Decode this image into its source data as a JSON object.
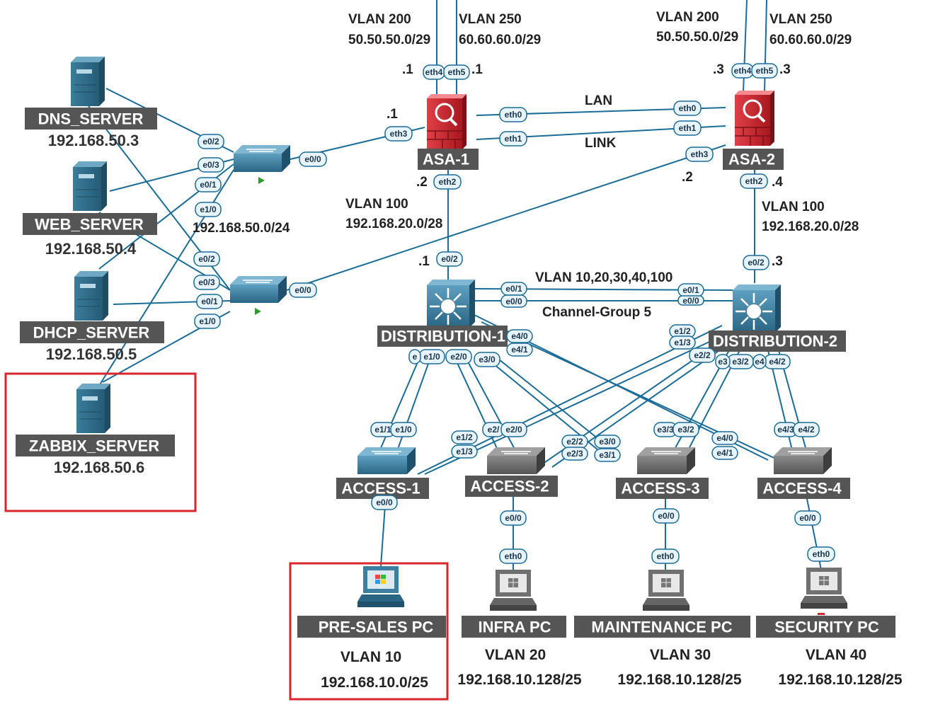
{
  "nodes": {
    "dns_server": {
      "label": "DNS_SERVER",
      "ip": "192.168.50.3"
    },
    "web_server": {
      "label": "WEB_SERVER",
      "ip": "192.168.50.4"
    },
    "dhcp_server": {
      "label": "DHCP_SERVER",
      "ip": "192.168.50.5"
    },
    "zabbix_server": {
      "label": "ZABBIX_SERVER",
      "ip": "192.168.50.6"
    },
    "asa1": {
      "label": "ASA-1"
    },
    "asa2": {
      "label": "ASA-2"
    },
    "dist1": {
      "label": "DISTRIBUTION-1"
    },
    "dist2": {
      "label": "DISTRIBUTION-2"
    },
    "access1": {
      "label": "ACCESS-1"
    },
    "access2": {
      "label": "ACCESS-2"
    },
    "access3": {
      "label": "ACCESS-3"
    },
    "access4": {
      "label": "ACCESS-4"
    },
    "presales_pc": {
      "label": "PRE-SALES PC",
      "vlan": "VLAN 10",
      "net": "192.168.10.0/25"
    },
    "infra_pc": {
      "label": "INFRA PC",
      "vlan": "VLAN 20",
      "net": "192.168.10.128/25"
    },
    "maintenance_pc": {
      "label": "MAINTENANCE PC",
      "vlan": "VLAN 30",
      "net": "192.168.10.128/25"
    },
    "security_pc": {
      "label": "SECURITY PC",
      "vlan": "VLAN 40",
      "net": "192.168.10.128/25"
    }
  },
  "texts": {
    "vlan200": "VLAN 200",
    "vlan200_net": "50.50.50.0/29",
    "vlan250": "VLAN 250",
    "vlan250_net": "60.60.60.0/29",
    "vlan100": "VLAN 100",
    "vlan100_net": "192.168.20.0/28",
    "server_net": "192.168.50.0/24",
    "lan": "LAN",
    "link": "LINK",
    "trunk_vlans": "VLAN 10,20,30,40,100",
    "channel_group": "Channel-Group 5",
    "asa1_eth4_ip": ".1",
    "asa1_eth5_ip": ".1",
    "asa1_eth3_ip": ".1",
    "asa1_eth2_ip": ".2",
    "asa2_eth4_ip": ".3",
    "asa2_eth5_ip": ".3",
    "asa2_eth3_ip": ".2",
    "asa2_eth2_ip": ".4",
    "dist1_ip": ".1",
    "dist2_ip": ".3"
  },
  "ports": [
    "e0/2",
    "e0/3",
    "e0/1",
    "e1/0",
    "e0/0",
    "e0/2",
    "e0/3",
    "e0/1",
    "e1/0",
    "e0/0",
    "eth3",
    "eth2",
    "eth4",
    "eth5",
    "eth0",
    "eth1",
    "eth0",
    "eth1",
    "eth3",
    "eth2",
    "eth4",
    "eth5",
    "e0/2",
    "e0/1",
    "e0/0",
    "e4/0",
    "e4/1",
    "e1/0",
    "e2/0",
    "e3/0",
    "e",
    "e0/2",
    "e0/1",
    "e0/0",
    "e1/2",
    "e1/3",
    "e2/2",
    "e3/2",
    "e4/2",
    "e3",
    "e4",
    "e1/1",
    "e1/0",
    "e1/2",
    "e1/3",
    "e0/0",
    "e2/",
    "e2/0",
    "e0/0",
    "e2/2",
    "e2/3",
    "e3/0",
    "e3/1",
    "e3/3",
    "e3/2",
    "e0/0",
    "e4/0",
    "e4/1",
    "e4/3",
    "e4/2",
    "e0/0",
    "eth0",
    "eth0",
    "eth0"
  ],
  "colors": {
    "link": "#1a6c99",
    "server": "#2f6f8e",
    "firewall": "#c8242b",
    "switch": "#2e6e92",
    "access_gray": "#666666",
    "label_bg": "#555555",
    "highlight": "#d9262b"
  }
}
